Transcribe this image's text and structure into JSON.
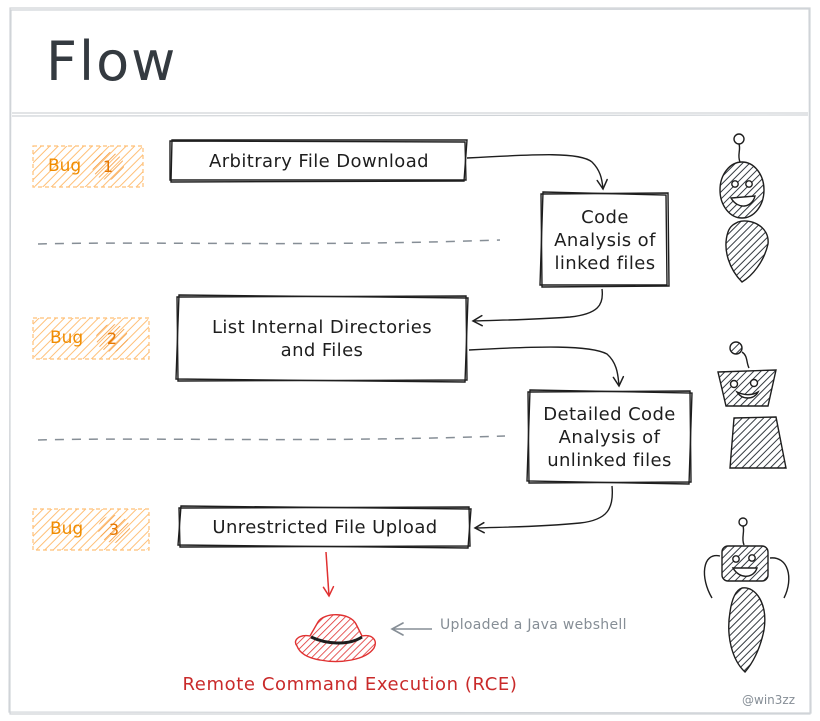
{
  "title": "Flow",
  "bugs": [
    {
      "label": "Bug",
      "number": "1"
    },
    {
      "label": "Bug",
      "number": "2"
    },
    {
      "label": "Bug",
      "number": "3"
    }
  ],
  "boxes": {
    "arbitrary_download": "Arbitrary File Download",
    "code_analysis_linked": "Code\nAnalysis of\nlinked files",
    "list_dirs": "List Internal Directories\nand Files",
    "code_analysis_unlinked": "Detailed Code\nAnalysis of\nunlinked files",
    "file_upload": "Unrestricted File Upload"
  },
  "rce_label": "Remote Command Execution (RCE)",
  "webshell_note": "Uploaded a Java webshell",
  "credit": "@win3zz",
  "colors": {
    "ink": "#1e1e1e",
    "title": "#343a40",
    "bug": "#f08c00",
    "bug_fill": "#ffd8a8",
    "rce": "#c92a2a",
    "note": "#868e96",
    "robot_fill": "#495057"
  }
}
